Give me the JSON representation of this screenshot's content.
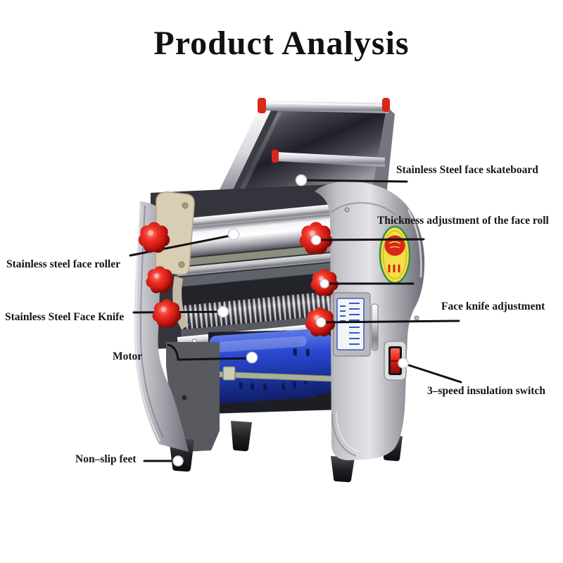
{
  "title": "Product Analysis",
  "callouts": {
    "skateboard": "Stainless Steel face skateboard",
    "thickness": "Thickness adjustment of the face roll",
    "roller": "Stainless steel face roller",
    "knife": "Stainless Steel Face Knife",
    "motor": "Motor",
    "knife_adjustment": "Face knife adjustment",
    "speed_switch": "3–speed insulation switch",
    "feet": "Non–slip feet"
  },
  "colors": {
    "background": "#ffffff",
    "text": "#151515",
    "callout_line": "#121212",
    "knob_red": "#e3231d",
    "motor_blue": "#2443c8",
    "switch_red": "#d81e14",
    "logo_green": "#2f9440",
    "logo_yellow": "#f2df4a",
    "steel_light": "#e8e8ec",
    "steel_dark": "#5f5f66"
  }
}
